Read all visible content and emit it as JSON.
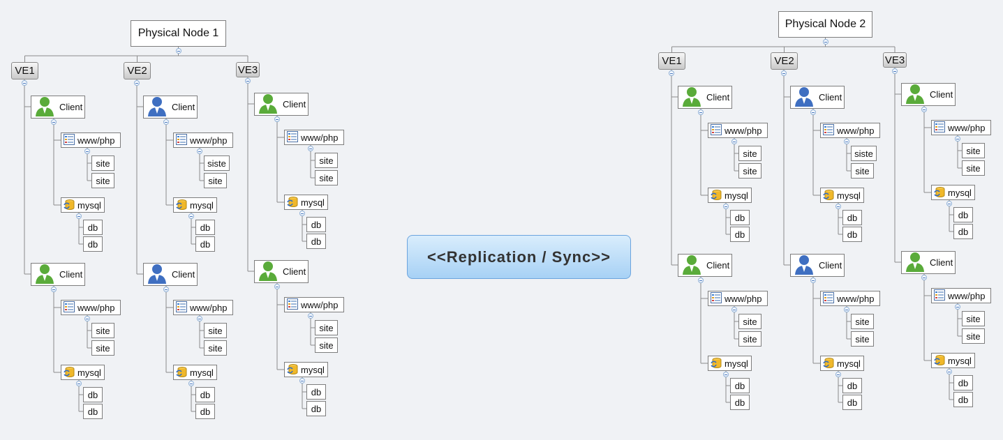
{
  "banner": "<<Replication / Sync>>",
  "colors": {
    "line": "#8a8a8a",
    "client_green": "#5aab3a",
    "client_blue": "#3f6fc1",
    "banner": "#a7d1f5"
  },
  "icons": [
    "client-icon",
    "www-php-icon",
    "mysql-icon",
    "collapse-icon"
  ],
  "nodes": [
    {
      "title": "Physical Node 1",
      "ves": [
        {
          "label": "VE1",
          "clients": [
            {
              "label": "Client",
              "www": {
                "label": "www/php",
                "sites": [
                  "site",
                  "site"
                ]
              },
              "mysql": {
                "label": "mysql",
                "dbs": [
                  "db",
                  "db"
                ]
              }
            },
            {
              "label": "Client",
              "www": {
                "label": "www/php",
                "sites": [
                  "site",
                  "site"
                ]
              },
              "mysql": {
                "label": "mysql",
                "dbs": [
                  "db",
                  "db"
                ]
              }
            }
          ]
        },
        {
          "label": "VE2",
          "clients": [
            {
              "label": "Client",
              "www": {
                "label": "www/php",
                "sites": [
                  "siste",
                  "site"
                ]
              },
              "mysql": {
                "label": "mysql",
                "dbs": [
                  "db",
                  "db"
                ]
              }
            },
            {
              "label": "Client",
              "www": {
                "label": "www/php",
                "sites": [
                  "site",
                  "site"
                ]
              },
              "mysql": {
                "label": "mysql",
                "dbs": [
                  "db",
                  "db"
                ]
              }
            }
          ]
        },
        {
          "label": "VE3",
          "clients": [
            {
              "label": "Client",
              "www": {
                "label": "www/php",
                "sites": [
                  "site",
                  "site"
                ]
              },
              "mysql": {
                "label": "mysql",
                "dbs": [
                  "db",
                  "db"
                ]
              }
            },
            {
              "label": "Client",
              "www": {
                "label": "www/php",
                "sites": [
                  "site",
                  "site"
                ]
              },
              "mysql": {
                "label": "mysql",
                "dbs": [
                  "db",
                  "db"
                ]
              }
            }
          ]
        }
      ]
    },
    {
      "title": "Physical Node 2",
      "ves": [
        {
          "label": "VE1",
          "clients": [
            {
              "label": "Client",
              "www": {
                "label": "www/php",
                "sites": [
                  "site",
                  "site"
                ]
              },
              "mysql": {
                "label": "mysql",
                "dbs": [
                  "db",
                  "db"
                ]
              }
            },
            {
              "label": "Client",
              "www": {
                "label": "www/php",
                "sites": [
                  "site",
                  "site"
                ]
              },
              "mysql": {
                "label": "mysql",
                "dbs": [
                  "db",
                  "db"
                ]
              }
            }
          ]
        },
        {
          "label": "VE2",
          "clients": [
            {
              "label": "Client",
              "www": {
                "label": "www/php",
                "sites": [
                  "siste",
                  "site"
                ]
              },
              "mysql": {
                "label": "mysql",
                "dbs": [
                  "db",
                  "db"
                ]
              }
            },
            {
              "label": "Client",
              "www": {
                "label": "www/php",
                "sites": [
                  "site",
                  "site"
                ]
              },
              "mysql": {
                "label": "mysql",
                "dbs": [
                  "db",
                  "db"
                ]
              }
            }
          ]
        },
        {
          "label": "VE3",
          "clients": [
            {
              "label": "Client",
              "www": {
                "label": "www/php",
                "sites": [
                  "site",
                  "site"
                ]
              },
              "mysql": {
                "label": "mysql",
                "dbs": [
                  "db",
                  "db"
                ]
              }
            },
            {
              "label": "Client",
              "www": {
                "label": "www/php",
                "sites": [
                  "site",
                  "site"
                ]
              },
              "mysql": {
                "label": "mysql",
                "dbs": [
                  "db",
                  "db"
                ]
              }
            }
          ]
        }
      ]
    }
  ]
}
